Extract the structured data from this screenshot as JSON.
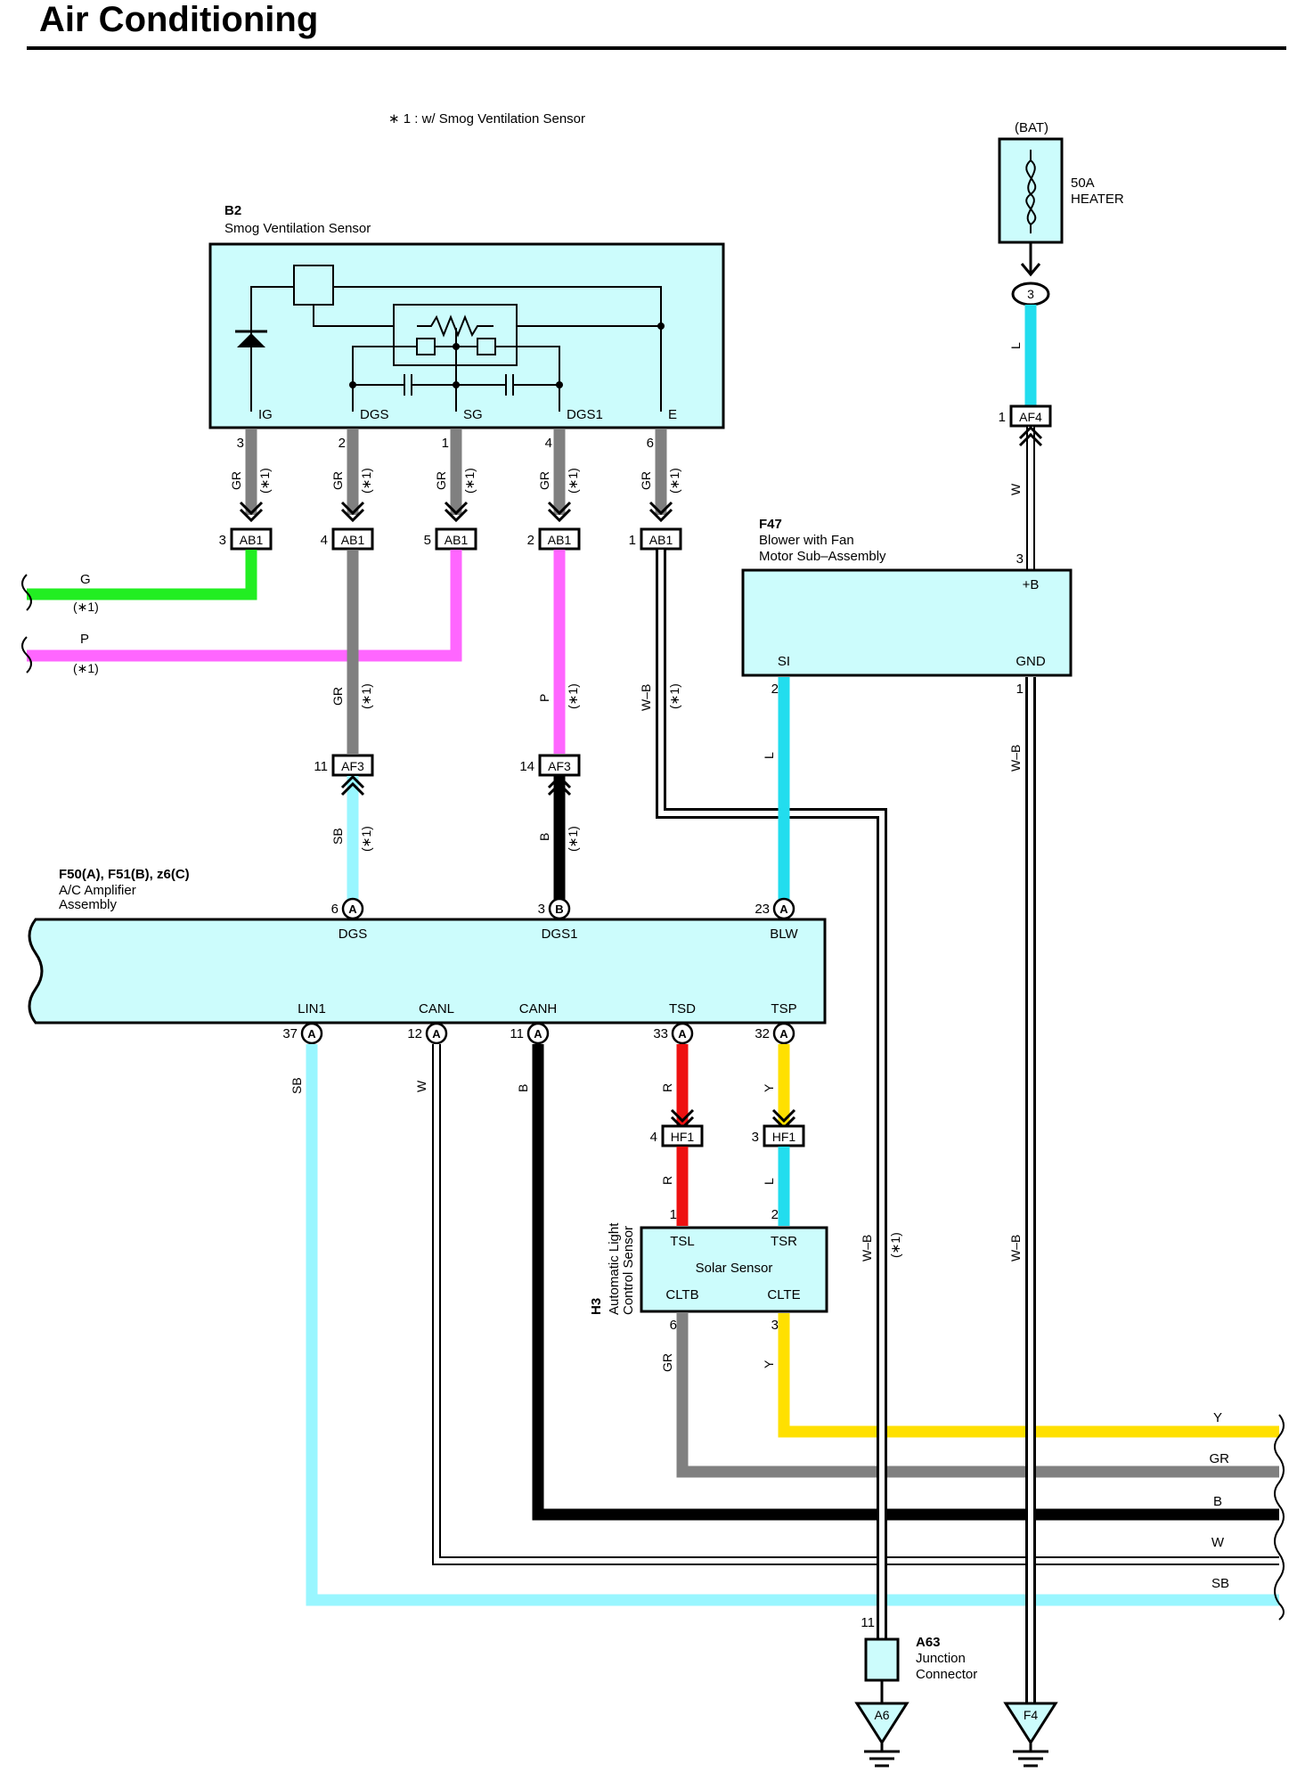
{
  "title": "Air Conditioning",
  "note": "∗ 1 : w/ Smog Ventilation Sensor",
  "mark": "(∗1)",
  "colors": {
    "GR": "#808080",
    "G": "#22ee22",
    "P": "#ff66ff",
    "SB": "#99f6ff",
    "B": "#000000",
    "L": "#22ddee",
    "R": "#ee1111",
    "Y": "#ffe000",
    "W": "#ffffff",
    "box": "#ccfcfc"
  },
  "fuse": {
    "source": "(BAT)",
    "rating": "50A",
    "name": "HEATER",
    "connector_pin": "3"
  },
  "components": {
    "b2": {
      "code": "B2",
      "name": "Smog Ventilation Sensor",
      "terminals": [
        "IG",
        "DGS",
        "SG",
        "DGS1",
        "E"
      ],
      "pins": [
        "3",
        "2",
        "1",
        "4",
        "6"
      ]
    },
    "f47": {
      "code": "F47",
      "line1": "Blower with Fan",
      "line2": "Motor Sub–Assembly",
      "terminals": {
        "b": "+B",
        "si": "SI",
        "gnd": "GND"
      },
      "pins": {
        "b": "3",
        "si": "2",
        "gnd": "1"
      }
    },
    "amp": {
      "code": "F50(A), F51(B), z6(C)",
      "line1": "A/C Amplifier",
      "line2": "Assembly",
      "top": [
        {
          "pin": "6",
          "sub": "A",
          "term": "DGS"
        },
        {
          "pin": "3",
          "sub": "B",
          "term": "DGS1"
        },
        {
          "pin": "23",
          "sub": "A",
          "term": "BLW"
        }
      ],
      "bottom": [
        {
          "pin": "37",
          "sub": "A",
          "term": "LIN1"
        },
        {
          "pin": "12",
          "sub": "A",
          "term": "CANL"
        },
        {
          "pin": "11",
          "sub": "A",
          "term": "CANH"
        },
        {
          "pin": "33",
          "sub": "A",
          "term": "TSD"
        },
        {
          "pin": "32",
          "sub": "A",
          "term": "TSP"
        }
      ]
    },
    "h3": {
      "code": "H3",
      "line1": "Automatic Light",
      "line2": "Control Sensor",
      "name": "Solar Sensor",
      "terminals": {
        "tsl": "TSL",
        "tsr": "TSR",
        "cltb": "CLTB",
        "clte": "CLTE"
      },
      "pins": {
        "tsl": "1",
        "tsr": "2",
        "cltb": "6",
        "clte": "3"
      }
    },
    "a63": {
      "code": "A63",
      "line1": "Junction",
      "line2": "Connector",
      "pin": "11"
    }
  },
  "connectors": {
    "ab1": {
      "label": "AB1",
      "pins": [
        "3",
        "4",
        "5",
        "2",
        "1"
      ]
    },
    "af4": {
      "label": "AF4",
      "pin": "1"
    },
    "af3": {
      "label": "AF3",
      "pins": [
        "11",
        "14"
      ]
    },
    "hf1": {
      "label": "HF1",
      "pins": [
        "4",
        "3"
      ]
    }
  },
  "wires": {
    "b2_ab1": [
      "GR",
      "GR",
      "GR",
      "GR",
      "GR"
    ],
    "left_g": "G",
    "left_p": "P",
    "ab1_af3_left": "GR",
    "ab1_af3_right": "P",
    "e_wire": "W–B",
    "af3_amp_left": "SB",
    "af3_amp_right": "B",
    "fuse_l": "L",
    "af4_w": "W",
    "si": "L",
    "gnd": "W–B",
    "lin1": "SB",
    "canl": "W",
    "canh": "B",
    "tsd": "R",
    "tsp": "Y",
    "hf1_l": "R",
    "hf1_r": "L",
    "cltb": "GR",
    "clte": "Y",
    "a63_wb": "W–B",
    "f4_wb": "W–B"
  },
  "grounds": {
    "a6": "A6",
    "f4": "F4"
  },
  "right_bus": [
    "Y",
    "GR",
    "B",
    "W",
    "SB"
  ]
}
